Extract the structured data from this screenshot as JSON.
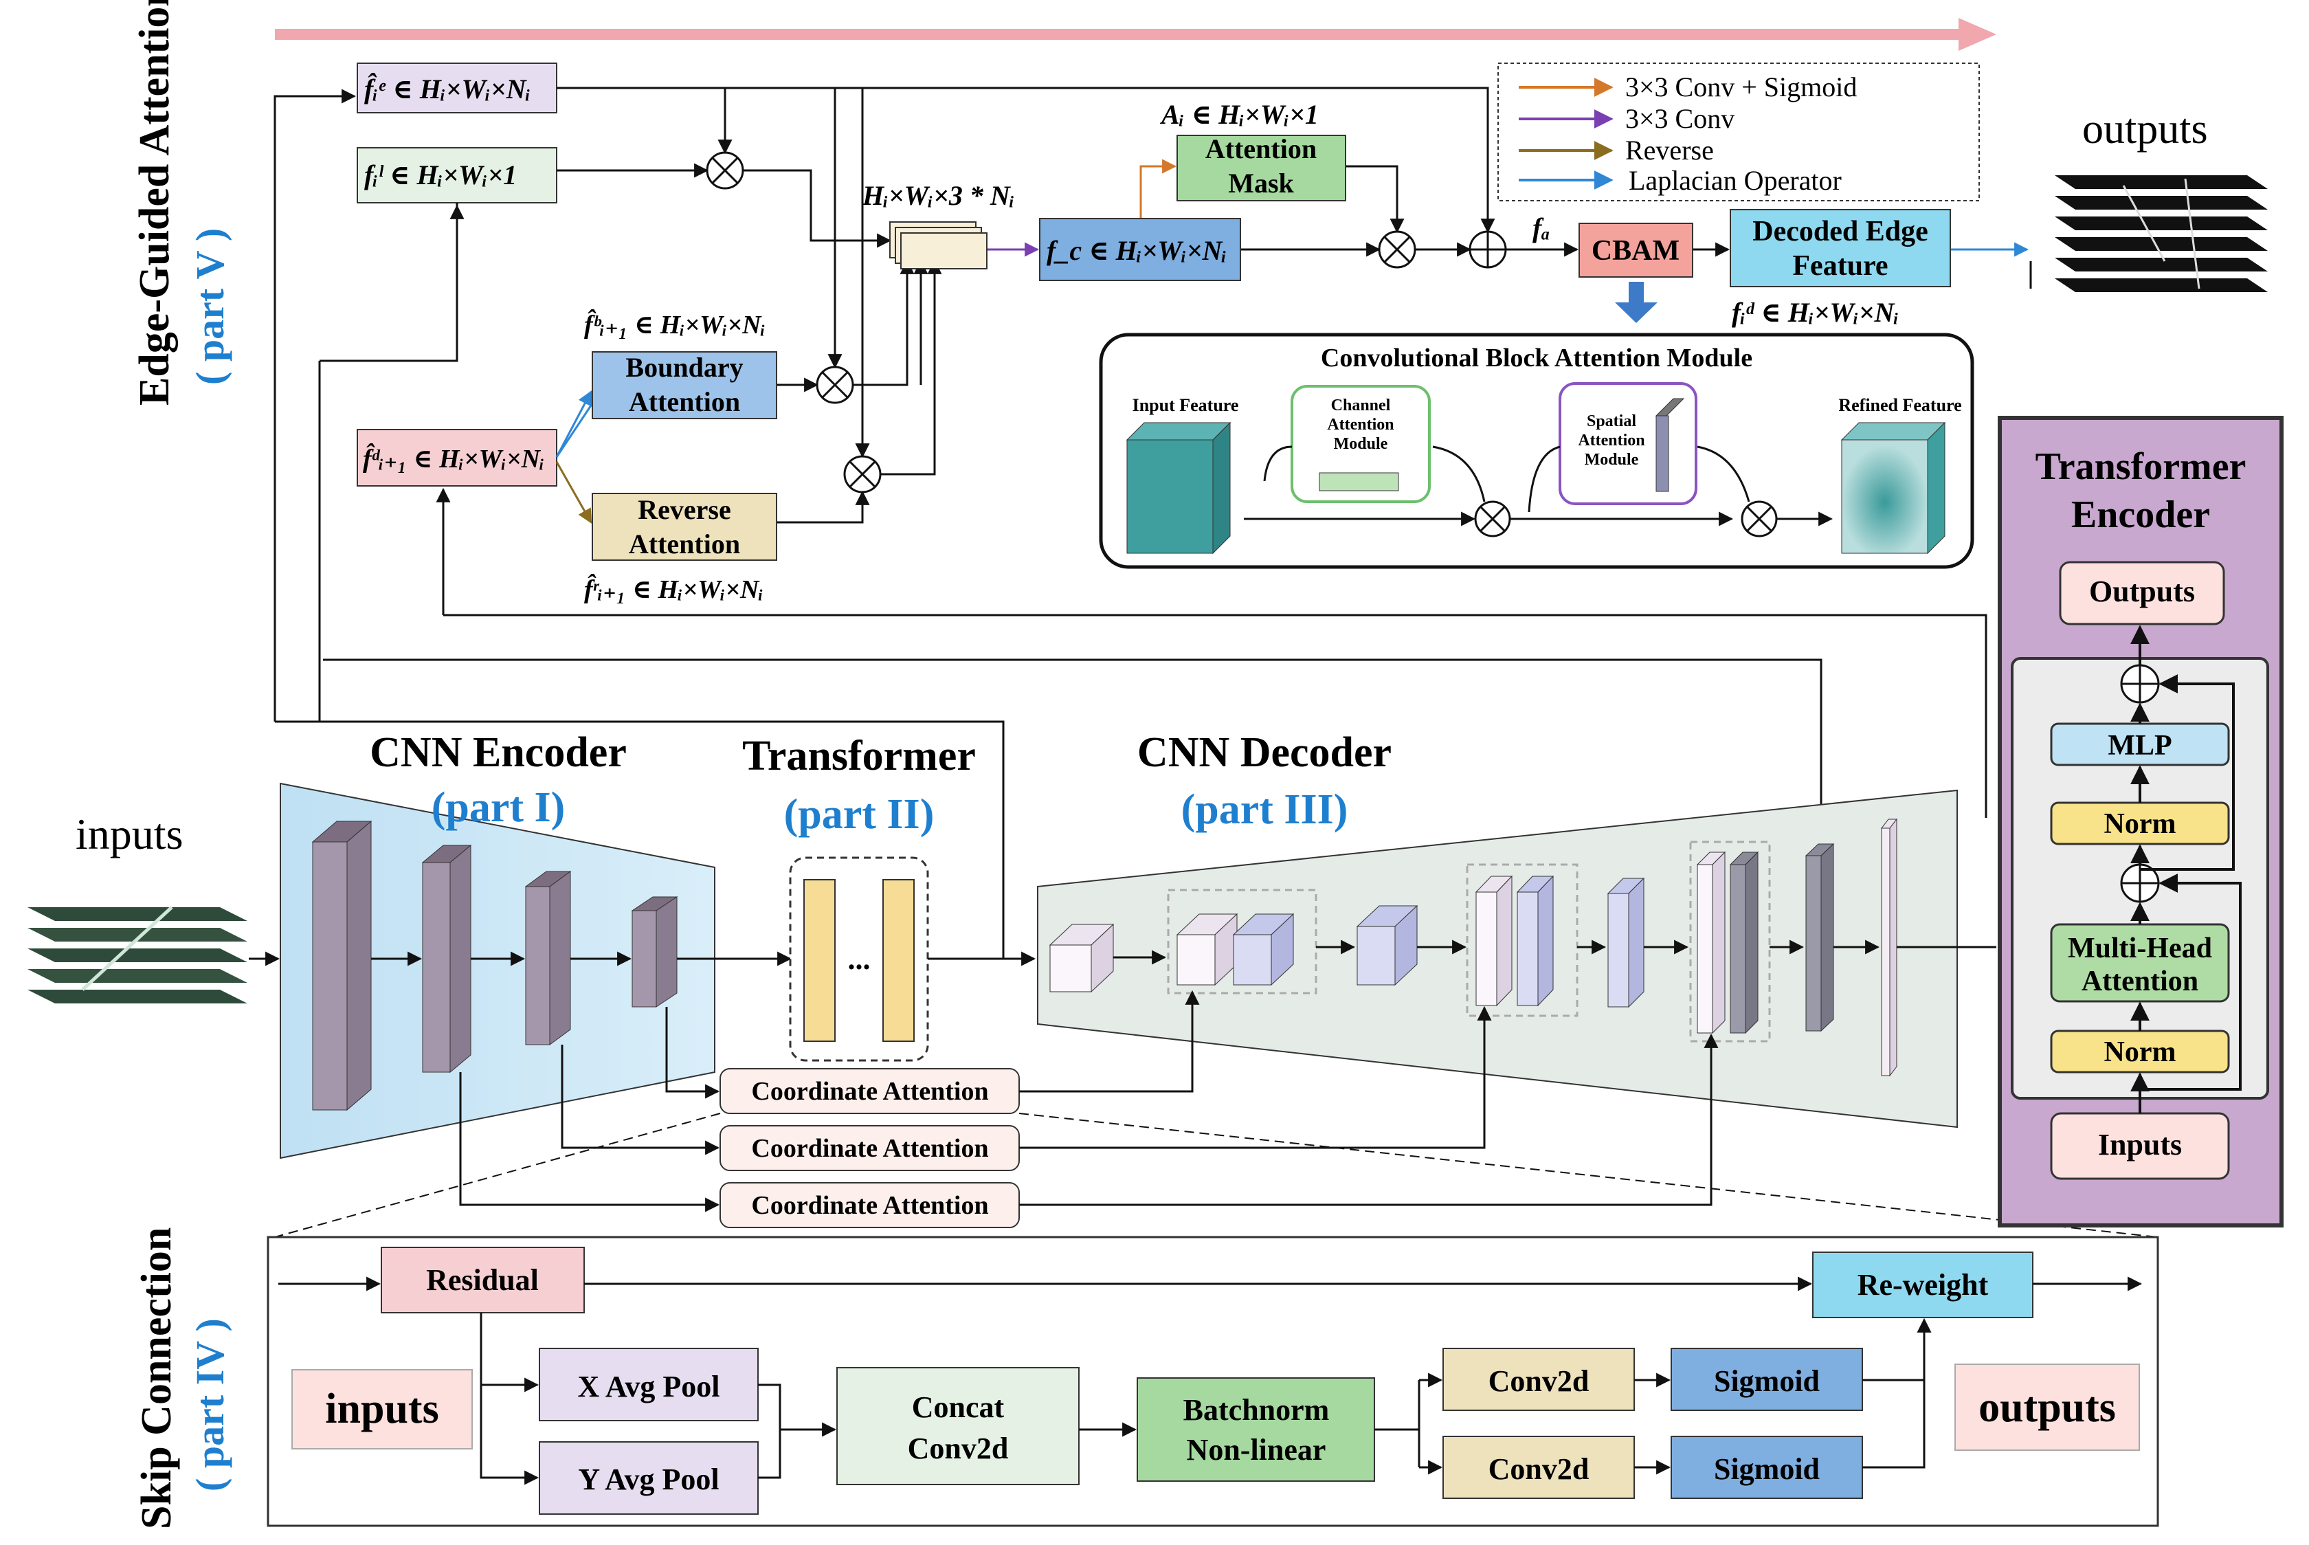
{
  "legend": {
    "items": [
      {
        "label": "3×3 Conv + Sigmoid",
        "color": "#d4782a"
      },
      {
        "label": "3×3 Conv",
        "color": "#7a3fb0"
      },
      {
        "label": "Reverse",
        "color": "#8a6d1f"
      },
      {
        "label": "Laplacian Operator",
        "color": "#2f87d6"
      }
    ]
  },
  "edge": {
    "side_title": "Edge-Guided Attention",
    "side_part": "( part V )",
    "fe": "f̂ᵢᵉ ∈ Hᵢ×Wᵢ×Nᵢ",
    "fl": "fᵢˡ ∈ Hᵢ×Wᵢ×1",
    "concat_dim": "Hᵢ×Wᵢ×3 * Nᵢ",
    "fc": "f_c ∈ Hᵢ×Wᵢ×Nᵢ",
    "ai": "Aᵢ ∈ Hᵢ×Wᵢ×1",
    "attention_mask": [
      "Attention",
      "Mask"
    ],
    "fa": "fₐ",
    "cbam": "CBAM",
    "decoded": [
      "Decoded Edge",
      "Feature"
    ],
    "fd": "fᵢᵈ ∈ Hᵢ×Wᵢ×Nᵢ",
    "outputs": "outputs",
    "fb": "f̂ᵇᵢ₊₁ ∈ Hᵢ×Wᵢ×Nᵢ",
    "boundary": [
      "Boundary",
      "Attention"
    ],
    "fdi": "f̂ᵈᵢ₊₁ ∈ Hᵢ×Wᵢ×Nᵢ",
    "reverse": [
      "Reverse",
      "Attention"
    ],
    "fr": "f̂ʳᵢ₊₁ ∈ Hᵢ×Wᵢ×Nᵢ"
  },
  "cbam_module": {
    "title": "Convolutional Block Attention Module",
    "input": "Input Feature",
    "channel": [
      "Channel",
      "Attention",
      "Module"
    ],
    "spatial": [
      "Spatial",
      "Attention",
      "Module"
    ],
    "refined": "Refined Feature"
  },
  "main": {
    "inputs": "inputs",
    "cnn_encoder": "CNN Encoder",
    "part1": "(part I)",
    "transformer": "Transformer",
    "part2": "(part II)",
    "dots": "...",
    "cnn_decoder": "CNN Decoder",
    "part3": "(part III)",
    "coord": [
      "Coordinate Attention",
      "Coordinate Attention",
      "Coordinate Attention"
    ]
  },
  "transformer_encoder": {
    "title": [
      "Transformer",
      "Encoder"
    ],
    "outputs": "Outputs",
    "mlp": "MLP",
    "norm1": "Norm",
    "mha": [
      "Multi-Head",
      "Attention"
    ],
    "norm2": "Norm",
    "inputs": "Inputs"
  },
  "skip": {
    "side_title": "Skip Connection",
    "side_part": "( part IV )",
    "residual": "Residual",
    "reweight": "Re-weight",
    "inputs": "inputs",
    "xpool": "X Avg Pool",
    "ypool": "Y Avg Pool",
    "concat": [
      "Concat",
      "Conv2d"
    ],
    "batchnorm": [
      "Batchnorm",
      "Non-linear"
    ],
    "conv1": "Conv2d",
    "conv2": "Conv2d",
    "sig1": "Sigmoid",
    "sig2": "Sigmoid",
    "outputs": "outputs"
  }
}
